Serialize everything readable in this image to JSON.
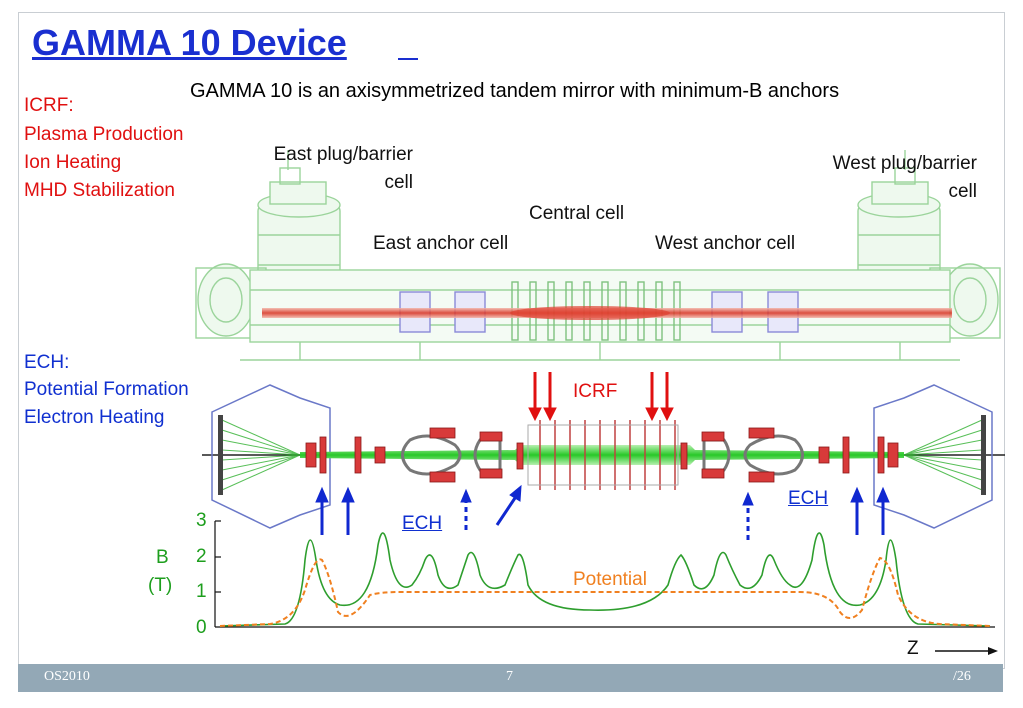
{
  "title": "GAMMA 10 Device",
  "subtitle": "GAMMA 10 is an axisymmetrized tandem mirror with minimum-B anchors",
  "icrf_block": {
    "heading": "ICRF:",
    "items": [
      "Plasma Production",
      "Ion Heating",
      "MHD Stabilization"
    ]
  },
  "ech_block": {
    "heading": "ECH:",
    "items": [
      "Potential Formation",
      "Electron Heating"
    ]
  },
  "cell_labels": {
    "east_plug_1": "East plug/barrier",
    "east_plug_2": "cell",
    "west_plug_1": "West plug/barrier",
    "west_plug_2": "cell",
    "central": "Central cell",
    "east_anchor": "East anchor cell",
    "west_anchor": "West anchor cell"
  },
  "heating_labels": {
    "icrf": "ICRF",
    "ech_left": "ECH",
    "ech_right": "ECH"
  },
  "plot": {
    "b_label_1": "B",
    "b_label_2": "(T)",
    "ticks": [
      "3",
      "2",
      "1",
      "0"
    ],
    "potential_label": "Potential",
    "z_label": "Z"
  },
  "colors": {
    "title": "#1a2fd0",
    "icrf": "#e01010",
    "ech": "#1030d0",
    "magnetic_field": "#1d9e1d",
    "potential": "#f08020",
    "footer": "#93a8b6"
  },
  "footer": {
    "left": "OS2010",
    "page": "7",
    "total": "/26"
  }
}
